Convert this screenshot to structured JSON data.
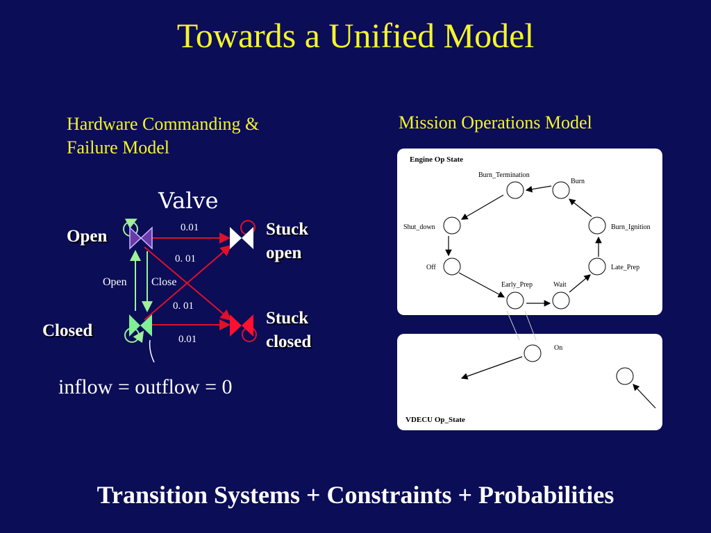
{
  "title": "Towards a Unified Model",
  "left": {
    "caption_line1": "Hardware Commanding &",
    "caption_line2": "Failure Model",
    "valve_title": "Valve",
    "states": {
      "open": "Open",
      "closed": "Closed",
      "stuck_open_line1": "Stuck",
      "stuck_open_line2": "open",
      "stuck_closed_line1": "Stuck",
      "stuck_closed_line2": "closed"
    },
    "probabilities": [
      "0.01",
      "0. 01",
      "0. 01",
      "0.01"
    ],
    "actions": {
      "open": "Open",
      "close": "Close"
    },
    "constraint": "inflow = outflow = 0"
  },
  "right": {
    "caption": "Mission Operations Model",
    "engine_panel": {
      "title": "Engine Op State",
      "nodes": {
        "burn_termination": "Burn_Termination",
        "burn": "Burn",
        "shut_down": "Shut_down",
        "burn_ignition": "Burn_Ignition",
        "off": "Off",
        "late_prep": "Late_Prep",
        "early_prep": "Early_Prep",
        "wait": "Wait"
      }
    },
    "vdecu_panel": {
      "title": "VDECU Op_State",
      "nodes": {
        "on": "On"
      }
    }
  },
  "footer": "Transition Systems + Constraints + Probabilities",
  "colors": {
    "background": "#0b0d57",
    "title": "#f5f52a",
    "failure_transition": "#e0102a",
    "command_transition": "#9ef09a",
    "stuck_open_valve": "#ffffff",
    "stuck_closed_valve": "#ff1030",
    "open_valve": "#6a3aa8",
    "closed_valve": "#7ff095"
  }
}
